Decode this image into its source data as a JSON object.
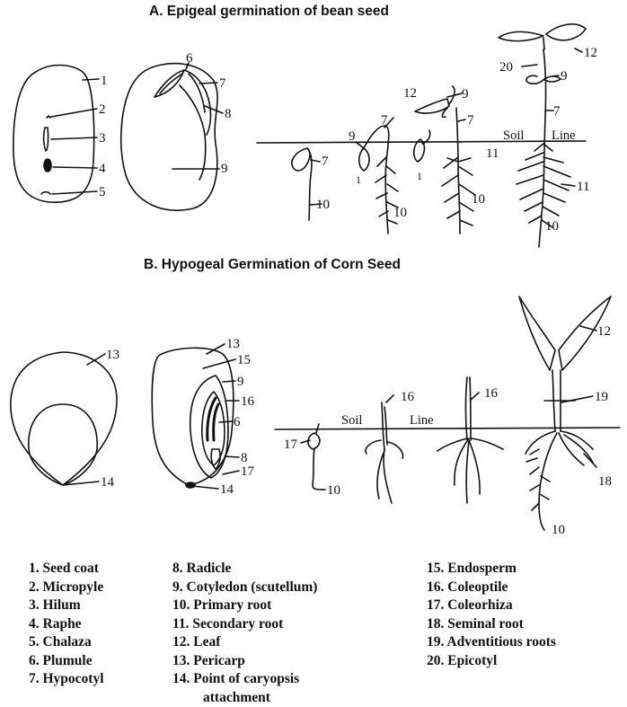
{
  "titles": {
    "epigeal": "A. Epigeal germination of bean seed",
    "hypogeal": "B. Hypogeal Germination of Corn Seed"
  },
  "labels": {
    "soil_a": "Soil",
    "line_a": "Line",
    "soil_b": "Soil",
    "line_b": "Line",
    "n1": "1",
    "n2": "2",
    "n3": "3",
    "n4": "4",
    "n5": "5",
    "n6": "6",
    "n7": "7",
    "n8": "8",
    "n9": "9",
    "n10": "10",
    "n11": "11",
    "n12": "12",
    "n13": "13",
    "n14": "14",
    "n15": "15",
    "n16": "16",
    "n17": "17",
    "n18": "18",
    "n19": "19",
    "n20": "20"
  },
  "legend": {
    "col1": [
      "1. Seed coat",
      "2. Micropyle",
      "3. Hilum",
      "4. Raphe",
      "5. Chalaza",
      "6. Plumule",
      "7. Hypocotyl"
    ],
    "col2": [
      "8. Radicle",
      "9. Cotyledon (scutellum)",
      "10. Primary root",
      "11. Secondary root",
      "12. Leaf",
      "13. Pericarp",
      "14. Point of caryopsis",
      "attachment"
    ],
    "col3": [
      "15. Endosperm",
      "16. Coleoptile",
      "17. Coleorhiza",
      "18. Seminal root",
      "19. Adventitious roots",
      "20. Epicotyl"
    ]
  }
}
